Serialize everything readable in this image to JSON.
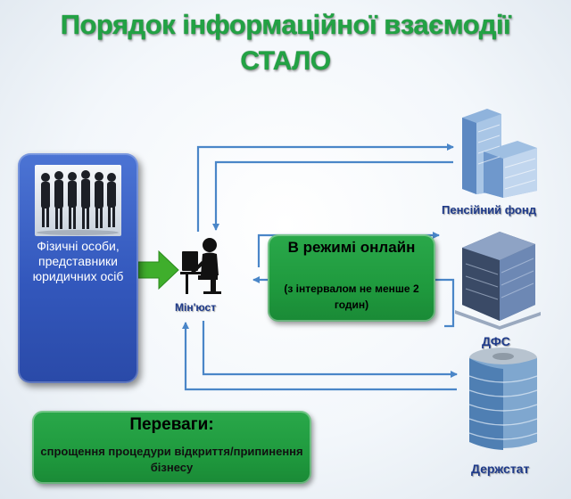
{
  "title": {
    "line1": "Порядок інформаційної взаємодії",
    "line2": "СТАЛО"
  },
  "left_panel": {
    "text": "Фізичні особи, представники юридичних осіб"
  },
  "center_node": {
    "label": "Мін'юст",
    "icon": "person-at-computer-icon"
  },
  "online_box": {
    "title": "В режимі онлайн",
    "subtitle": "(з інтервалом не менше 2 годин)"
  },
  "benefits_box": {
    "title": "Переваги:",
    "text": "спрощення процедури відкриття/припинення бізнесу"
  },
  "agencies": [
    {
      "label": "Пенсійний фонд",
      "icon": "office-building-icon"
    },
    {
      "label": "ДФС",
      "icon": "office-building-icon"
    },
    {
      "label": "Держстат",
      "icon": "office-building-icon"
    }
  ],
  "colors": {
    "title_green": "#22a244",
    "panel_blue": "#3a62c8",
    "box_green": "#22a044",
    "arrow_blue": "#4a86c8",
    "arrow_green": "#3fae2c"
  }
}
